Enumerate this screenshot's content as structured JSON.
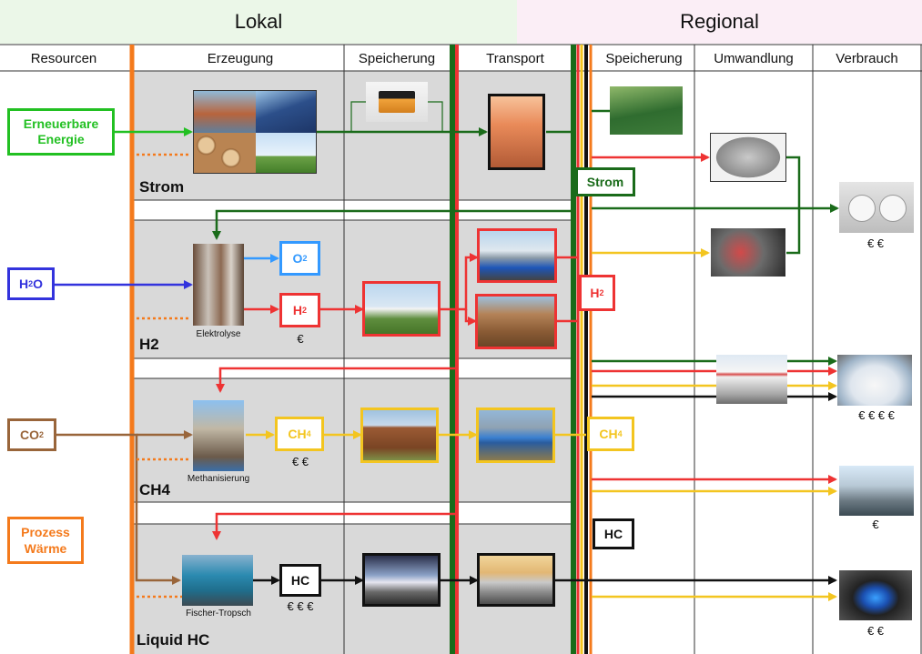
{
  "regions": {
    "local": "Lokal",
    "regional": "Regional"
  },
  "columns": {
    "resources": "Resourcen",
    "production": "Erzeugung",
    "storage_local": "Speicherung",
    "transport": "Transport",
    "storage_regional": "Speicherung",
    "conversion": "Umwandlung",
    "consumption": "Verbrauch"
  },
  "resources": {
    "renewable": "Erneuerbare Energie",
    "water": "H",
    "water_sub": "2",
    "water_tail": "O",
    "co2": "CO",
    "co2_sub": "2",
    "heat": "Prozess Wärme"
  },
  "rows": {
    "power": "Strom",
    "h2": "H2",
    "ch4": "CH4",
    "liquid": "Liquid HC"
  },
  "captions": {
    "electrolysis": "Elektrolyse",
    "methanation": "Methanisierung",
    "fischer_tropsch": "Fischer-Tropsch"
  },
  "products": {
    "o2": "O",
    "o2_sub": "2",
    "h2": "H",
    "h2_sub": "2",
    "ch4": "CH",
    "ch4_sub": "4",
    "hc": "HC",
    "strom": "Strom"
  },
  "costs": {
    "h2": "€",
    "ch4": "€ €",
    "hc": "€ € €",
    "socket": "€ €",
    "car": "€ € € €",
    "industry": "€",
    "stove": "€ €"
  },
  "colors": {
    "strom": "#1a6b1a",
    "renewable": "#22c022",
    "h2": "#ee3333",
    "ch4": "#f3c520",
    "hc": "#111111",
    "heat": "#f47a1c",
    "water": "#3333dd",
    "o2": "#3399ff",
    "co2": "#99653a",
    "cell_bg": "#d9d9d9",
    "header_local": "#ebf7e8",
    "header_regional": "#fbeef6"
  },
  "icons": [
    "solar-hydro-wind-wood-photo",
    "battery-icon",
    "power-pylon-photo",
    "reservoir-photo",
    "fuel-cell-photo",
    "engine-photo",
    "wall-socket-photo",
    "electrolyzer-photo",
    "gas-storage-sphere-photo",
    "hydrogen-truck-photo",
    "pipeline-trench-photo",
    "gas-station-photo",
    "electric-car-photo",
    "methanation-plant-photo",
    "gas-holder-photo",
    "gas-pipeline-photo",
    "industry-plant-photo",
    "fischer-tropsch-plant-photo",
    "oil-tank-photo",
    "tanker-truck-photo",
    "gas-stove-photo"
  ]
}
